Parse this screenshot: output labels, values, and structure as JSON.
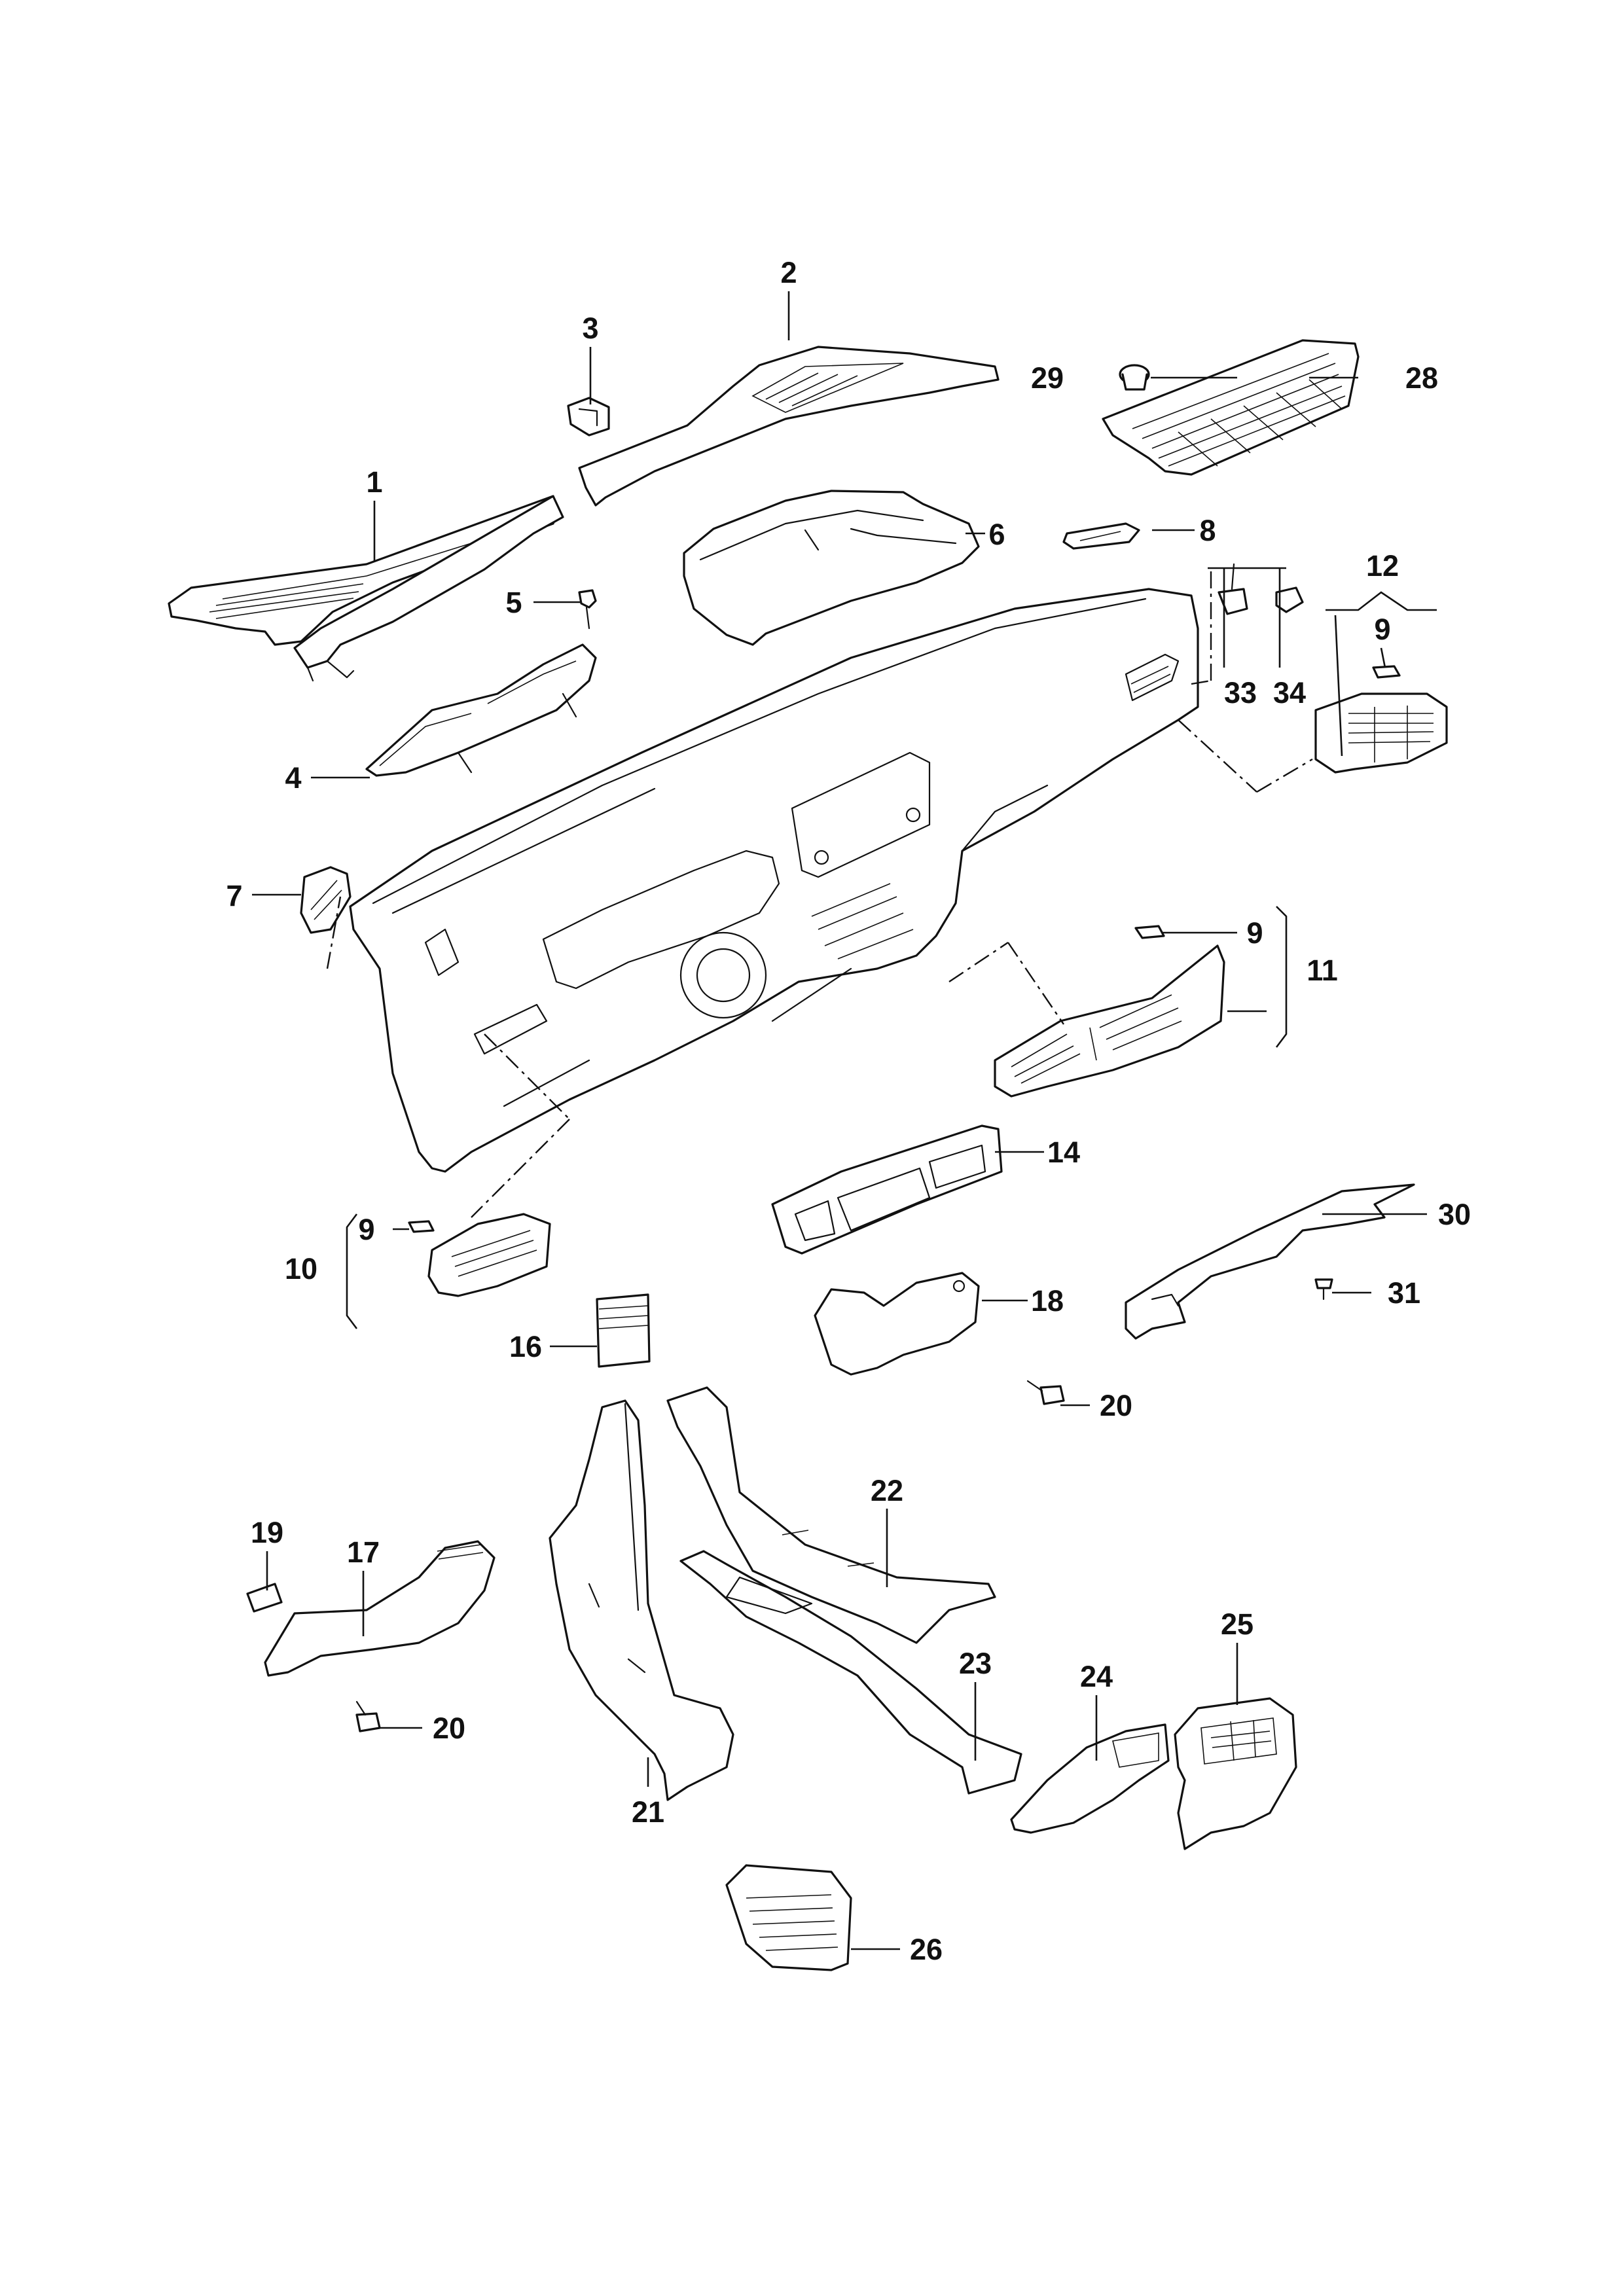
{
  "diagram": {
    "type": "exploded parts diagram",
    "subject": "dashboard and air vent assembly",
    "callouts": [
      {
        "id": "c1",
        "label": "1"
      },
      {
        "id": "c2",
        "label": "2"
      },
      {
        "id": "c3",
        "label": "3"
      },
      {
        "id": "c4",
        "label": "4"
      },
      {
        "id": "c5",
        "label": "5"
      },
      {
        "id": "c6",
        "label": "6"
      },
      {
        "id": "c7",
        "label": "7"
      },
      {
        "id": "c8",
        "label": "8"
      },
      {
        "id": "c9a",
        "label": "9"
      },
      {
        "id": "c9b",
        "label": "9"
      },
      {
        "id": "c9c",
        "label": "9"
      },
      {
        "id": "c10",
        "label": "10"
      },
      {
        "id": "c11",
        "label": "11"
      },
      {
        "id": "c12",
        "label": "12"
      },
      {
        "id": "c14",
        "label": "14"
      },
      {
        "id": "c16",
        "label": "16"
      },
      {
        "id": "c17",
        "label": "17"
      },
      {
        "id": "c18",
        "label": "18"
      },
      {
        "id": "c19",
        "label": "19"
      },
      {
        "id": "c20a",
        "label": "20"
      },
      {
        "id": "c20b",
        "label": "20"
      },
      {
        "id": "c21",
        "label": "21"
      },
      {
        "id": "c22",
        "label": "22"
      },
      {
        "id": "c23",
        "label": "23"
      },
      {
        "id": "c24",
        "label": "24"
      },
      {
        "id": "c25",
        "label": "25"
      },
      {
        "id": "c26",
        "label": "26"
      },
      {
        "id": "c28",
        "label": "28"
      },
      {
        "id": "c29",
        "label": "29"
      },
      {
        "id": "c30",
        "label": "30"
      },
      {
        "id": "c31",
        "label": "31"
      },
      {
        "id": "c33",
        "label": "33"
      },
      {
        "id": "c34",
        "label": "34"
      }
    ]
  }
}
